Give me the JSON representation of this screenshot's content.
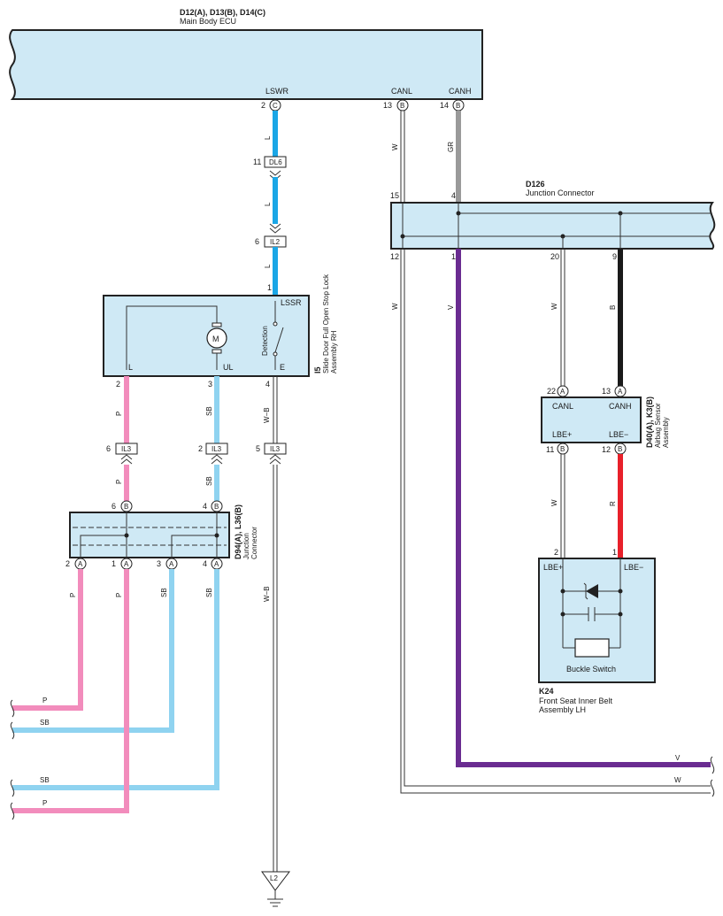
{
  "ecu": {
    "title": "D12(A), D13(B), D14(C)",
    "name": "Main Body ECU",
    "term_lswr": "LSWR",
    "term_canl": "CANL",
    "term_canh": "CANH",
    "pin_lswr": "2",
    "conn_lswr": "C",
    "pin_canl": "13",
    "conn_canl": "B",
    "pin_canh": "14",
    "conn_canh": "B"
  },
  "junction_d126": {
    "title": "D126",
    "name": "Junction Connector",
    "pin_15": "15",
    "pin_4": "4",
    "pin_12": "12",
    "pin_1": "1",
    "pin_20": "20",
    "pin_9": "9"
  },
  "slide_door": {
    "title": "I5",
    "name_line1": "Slide Door Full Open Stop Lock",
    "name_line2": "Assembly RH",
    "term_lssr": "LSSR",
    "term_l": "L",
    "term_ul": "UL",
    "term_e": "E",
    "motor": "M",
    "detection": "Detection",
    "pin_1": "1",
    "pin_2": "2",
    "pin_3": "3",
    "pin_4": "4"
  },
  "junction_d94": {
    "title": "D94(A), L36(B)",
    "name_line1": "Junction",
    "name_line2": "Connector",
    "pin_top_6": "6",
    "conn_top_6": "B",
    "pin_top_4": "4",
    "conn_top_4": "B",
    "pin_b2": "2",
    "pin_b1": "1",
    "pin_b3": "3",
    "pin_b4": "4",
    "conn_a": "A"
  },
  "airbag": {
    "title": "D40(A), K3(B)",
    "name_line1": "Airbag Sensor",
    "name_line2": "Assembly",
    "term_canl": "CANL",
    "term_canh": "CANH",
    "term_lbep": "LBE+",
    "term_lbem": "LBE−",
    "pin_22": "22",
    "conn_22": "A",
    "pin_13": "13",
    "conn_13": "A",
    "pin_11": "11",
    "conn_11": "B",
    "pin_12": "12",
    "conn_12": "B"
  },
  "buckle": {
    "title": "K24",
    "name_line1": "Front Seat Inner Belt",
    "name_line2": "Assembly LH",
    "term_lbep": "LBE+",
    "term_lbem": "LBE−",
    "switch": "Buckle Switch",
    "pin_2": "2",
    "pin_1": "1"
  },
  "connectors": {
    "dl6": "DL6",
    "dl6_pin": "11",
    "il2": "IL2",
    "il2_pin": "6",
    "il3": "IL3",
    "il3_pin_6": "6",
    "il3_pin_2": "2",
    "il3_pin_5": "5"
  },
  "ground": {
    "label": "L2"
  },
  "wires": {
    "L": "L",
    "W": "W",
    "GR": "GR",
    "V": "V",
    "B": "B",
    "R": "R",
    "P": "P",
    "SB": "SB",
    "WB": "W−B"
  },
  "colors": {
    "blue_L": "#1aa6e6",
    "pink_P": "#f28cbc",
    "lightblue_SB": "#8fd3f0",
    "gray_GR": "#9a9a9a",
    "violet_V": "#6a2c91",
    "black_B": "#1a1a1a",
    "red_R": "#e8202a",
    "box_fill": "#cfe9f5"
  }
}
